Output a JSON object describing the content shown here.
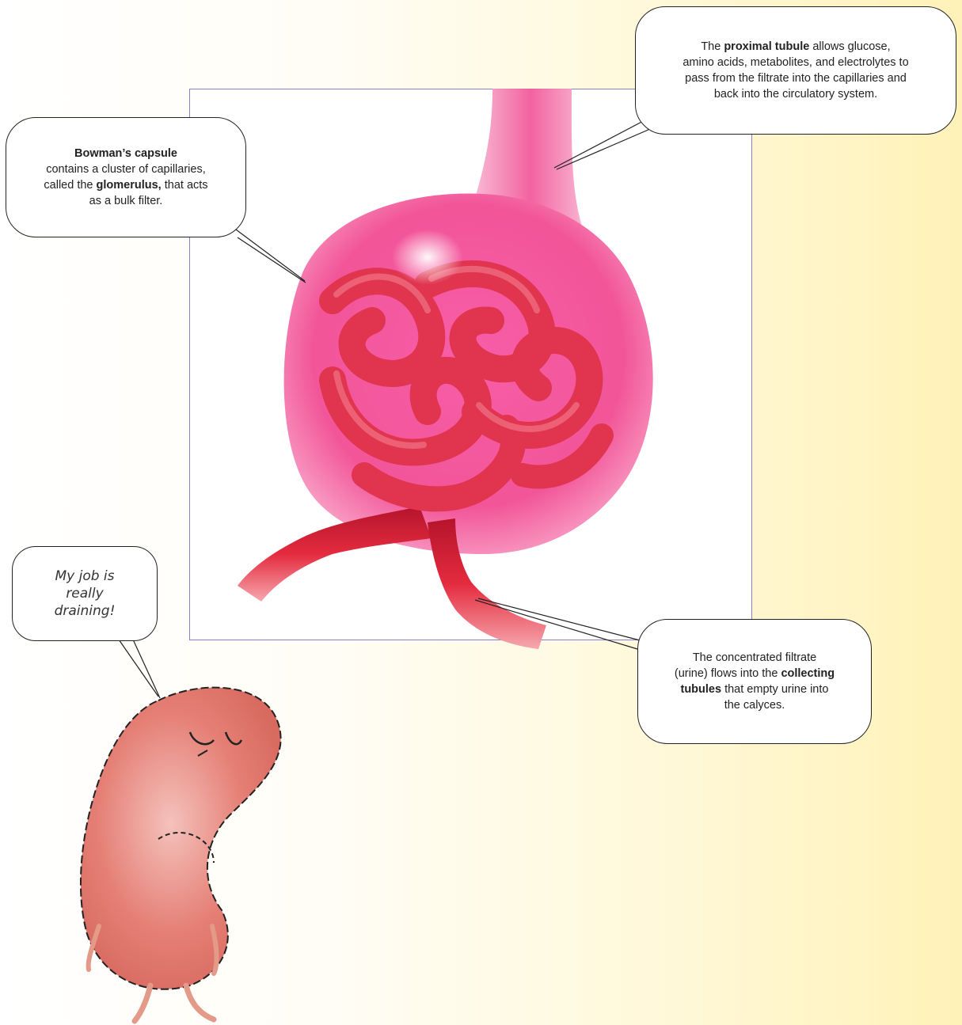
{
  "callouts": {
    "bowman": {
      "title": "Bowman’s capsule",
      "line1": "contains a cluster of capillaries,",
      "line2_pre": "called the ",
      "line2_bold": "glomerulus,",
      "line2_post": " that acts",
      "line3": "as a bulk filter."
    },
    "proximal": {
      "pre": "The ",
      "bold": "proximal tubule",
      "post": " allows glucose,",
      "line2": "amino acids, metabolites, and electrolytes to",
      "line3": "pass from the filtrate into the capillaries and",
      "line4": "back into the circulatory system."
    },
    "collecting": {
      "line1": "The concentrated filtrate",
      "line2_pre": "(urine) flows into the ",
      "line2_bold": "collecting",
      "line3_bold": "tubules",
      "line3_post": " that empty urine into",
      "line4": "the calyces."
    }
  },
  "kidney_speech": {
    "line1": "My job is",
    "line2": "really",
    "line3": "draining!"
  },
  "colors": {
    "capsule": "#f3559b",
    "glomerulus": "#e13552",
    "vessel": "#e02a3c",
    "frame": "#8b7fc9",
    "kidney": "#e8877d"
  }
}
